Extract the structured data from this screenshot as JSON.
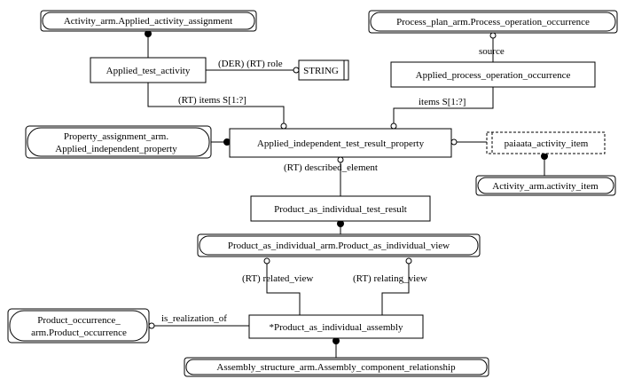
{
  "entities": {
    "activity_assignment": "Activity_arm.Applied_activity_assignment",
    "process_operation_occurrence": "Process_plan_arm.Process_operation_occurrence",
    "applied_test_activity": "Applied_test_activity",
    "string_type": "STRING",
    "applied_process_operation_occurrence": "Applied_process_operation_occurrence",
    "property_assignment_line1": "Property_assignment_arm.",
    "property_assignment_line2": "Applied_independent_property",
    "applied_independent_test_result_property": "Applied_independent_test_result_property",
    "paiaata_activity_item": "paiaata_activity_item",
    "activity_item": "Activity_arm.activity_item",
    "product_as_individual_test_result": "Product_as_individual_test_result",
    "product_as_individual_view": "Product_as_individual_arm.Product_as_individual_view",
    "product_occurrence_line1": "Product_occurrence_",
    "product_occurrence_line2": "arm.Product_occurrence",
    "product_as_individual_assembly": "*Product_as_individual_assembly",
    "assembly_component_relationship": "Assembly_structure_arm.Assembly_component_relationship"
  },
  "relations": {
    "der_rt_role": "(DER) (RT) role",
    "source": "source",
    "rt_items": "(RT) items S[1:?]",
    "items": "items S[1:?]",
    "rt_described_element": "(RT) described_element",
    "rt_related_view": "(RT) related_view",
    "rt_relating_view": "(RT) relating_view",
    "is_realization_of": "is_realization_of"
  }
}
